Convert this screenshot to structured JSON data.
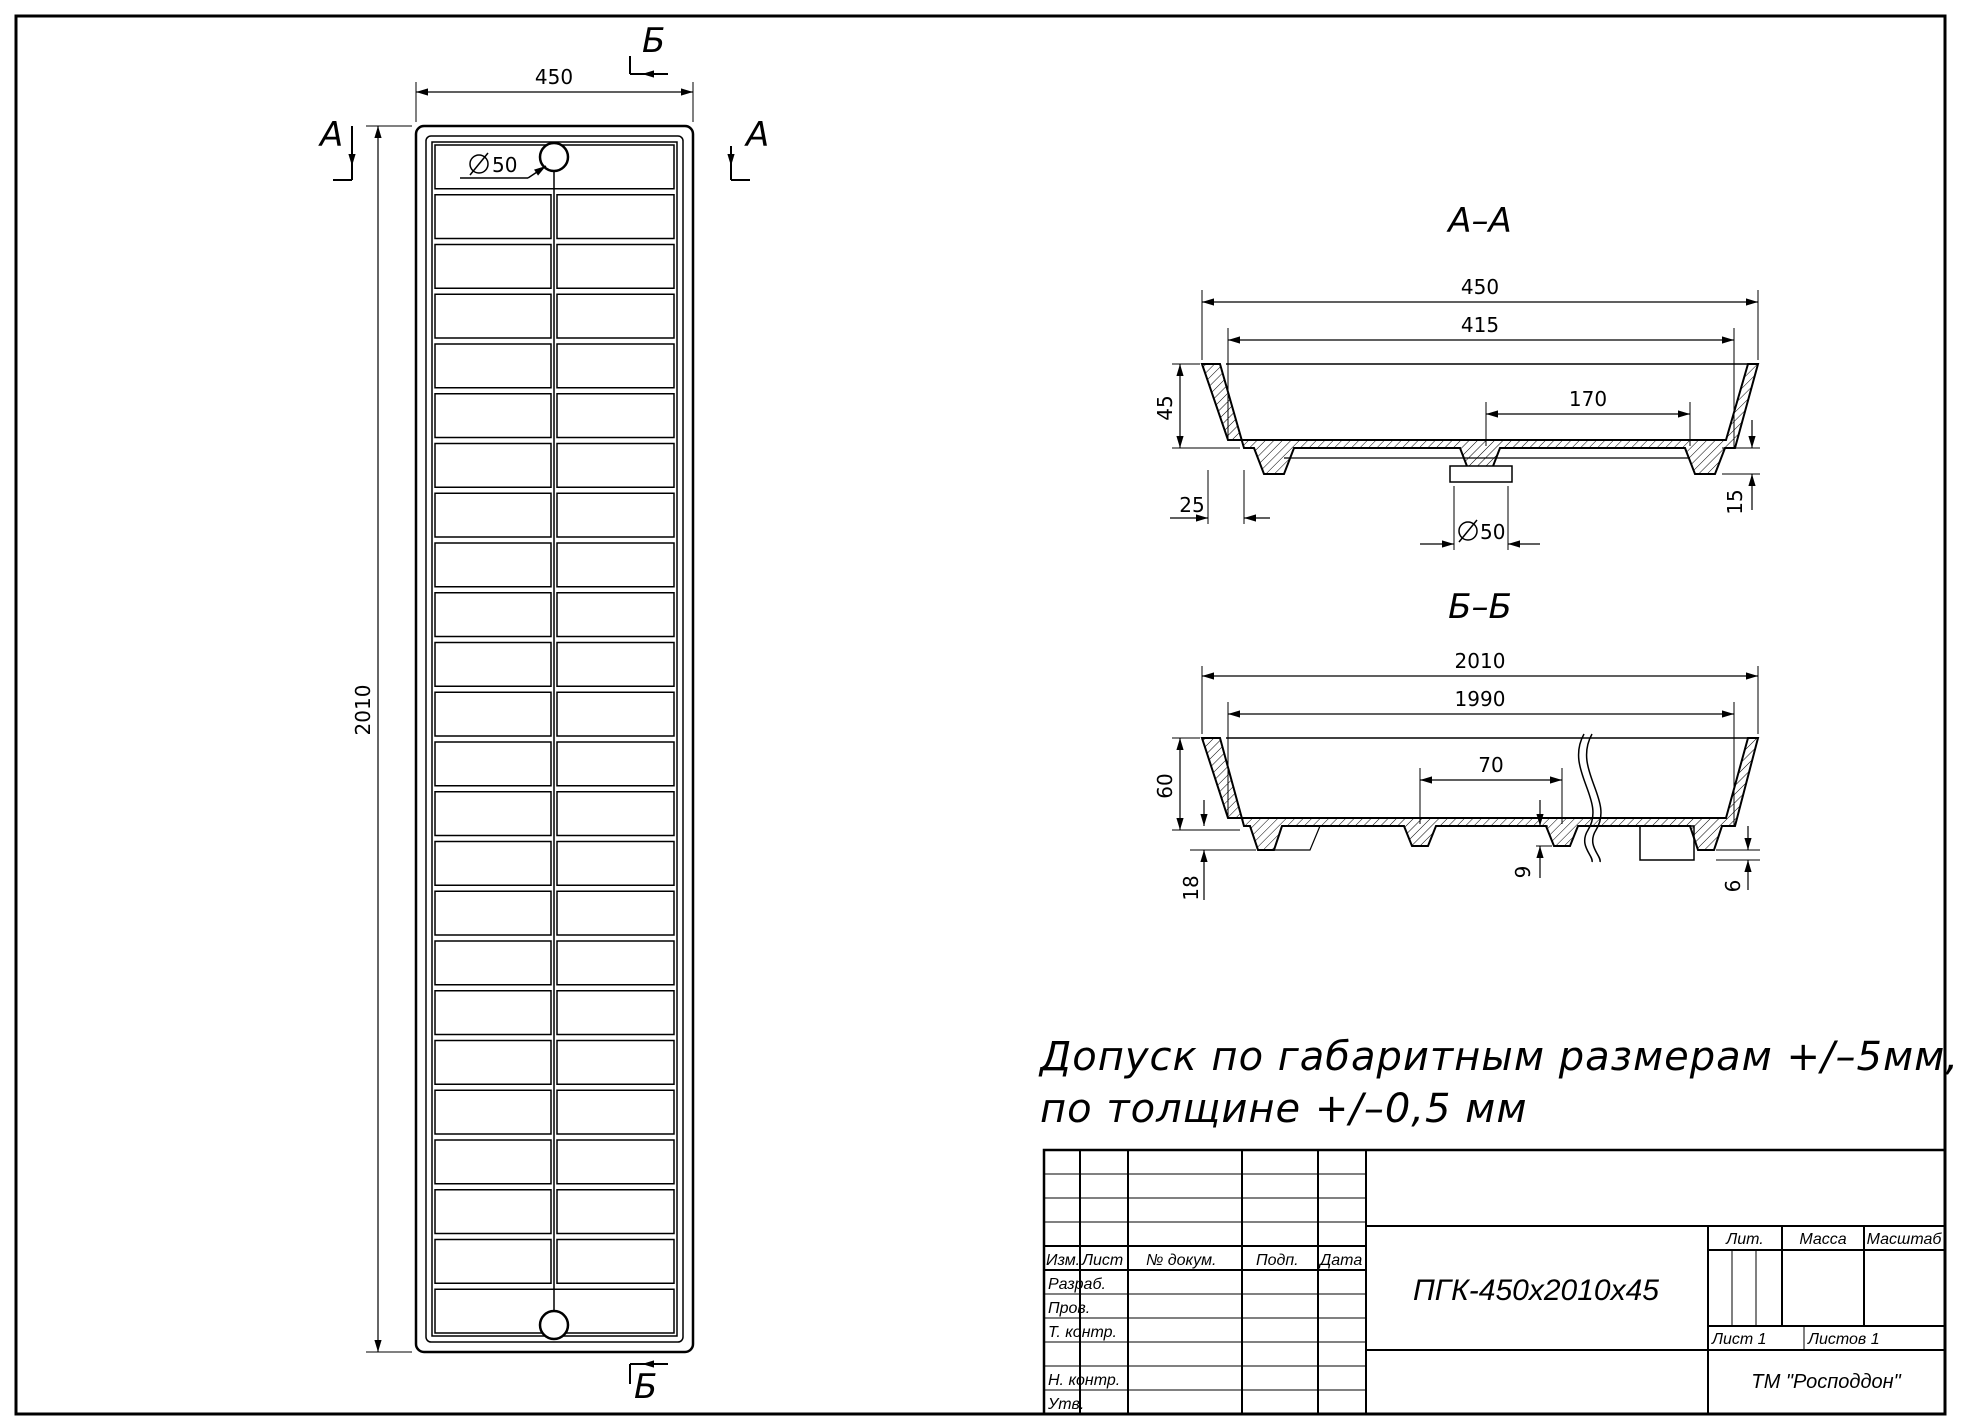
{
  "plan": {
    "width": "450",
    "length": "2010",
    "hole": "50",
    "section_a": "А",
    "section_b": "Б",
    "rows": 22
  },
  "section_aa": {
    "title": "А–А",
    "overall": "450",
    "inner": "415",
    "pitch": "170",
    "height": "45",
    "edge": "25",
    "foot": "15",
    "hole": "50"
  },
  "section_bb": {
    "title": "Б–Б",
    "overall": "2010",
    "inner": "1990",
    "pitch": "70",
    "height": "60",
    "foot": "18",
    "rib": "9",
    "end": "6"
  },
  "note": {
    "line1": "Допуск по габаритным размерам +/–5мм,",
    "line2": "по толщине +/–0,5 мм"
  },
  "title_block": {
    "designation": "ПГК-450x2010x45",
    "company": "ТМ \"Росподдон\"",
    "izm": "Изм.",
    "list": "Лист",
    "docnum": "№ докум.",
    "sign": "Подп.",
    "date": "Дата",
    "razrab": "Разраб.",
    "prov": "Пров.",
    "tkontr": "Т. контр.",
    "nkontr": "Н. контр.",
    "utv": "Утв.",
    "lit": "Лит.",
    "massa": "Масса",
    "masshtab": "Масштаб",
    "sheet": "Лист 1",
    "sheets": "Листов 1"
  }
}
